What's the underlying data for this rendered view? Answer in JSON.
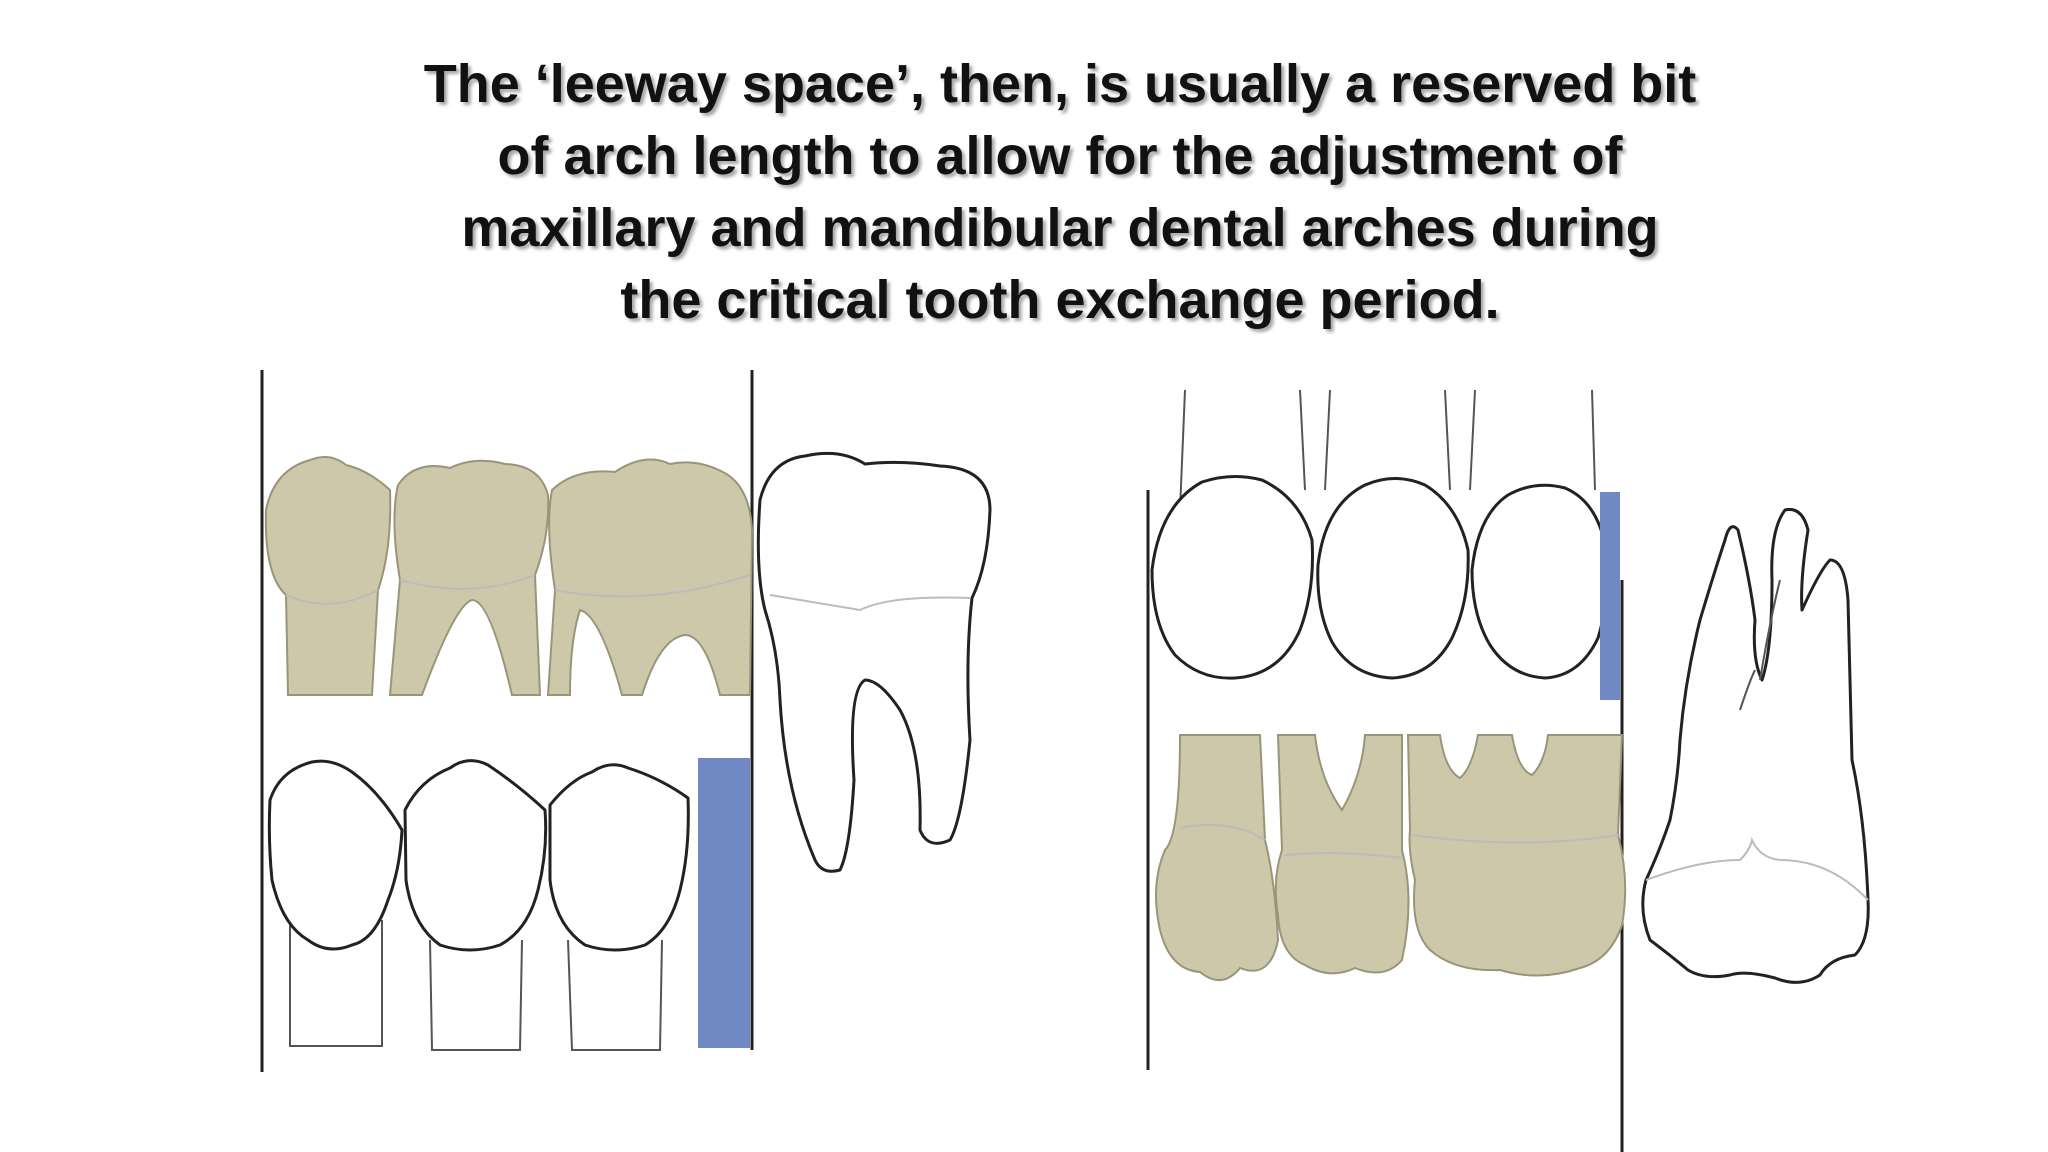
{
  "slide": {
    "title_lines": [
      "The ‘leeway space’, then, is usually a reserved bit",
      "of arch length to allow for the adjustment of",
      "maxillary and mandibular dental arches during",
      "the critical tooth exchange period."
    ]
  },
  "colors": {
    "primary_tooth_fill": "#cdc8a9",
    "leeway_bar": "#7088c4",
    "outline": "#222222"
  }
}
